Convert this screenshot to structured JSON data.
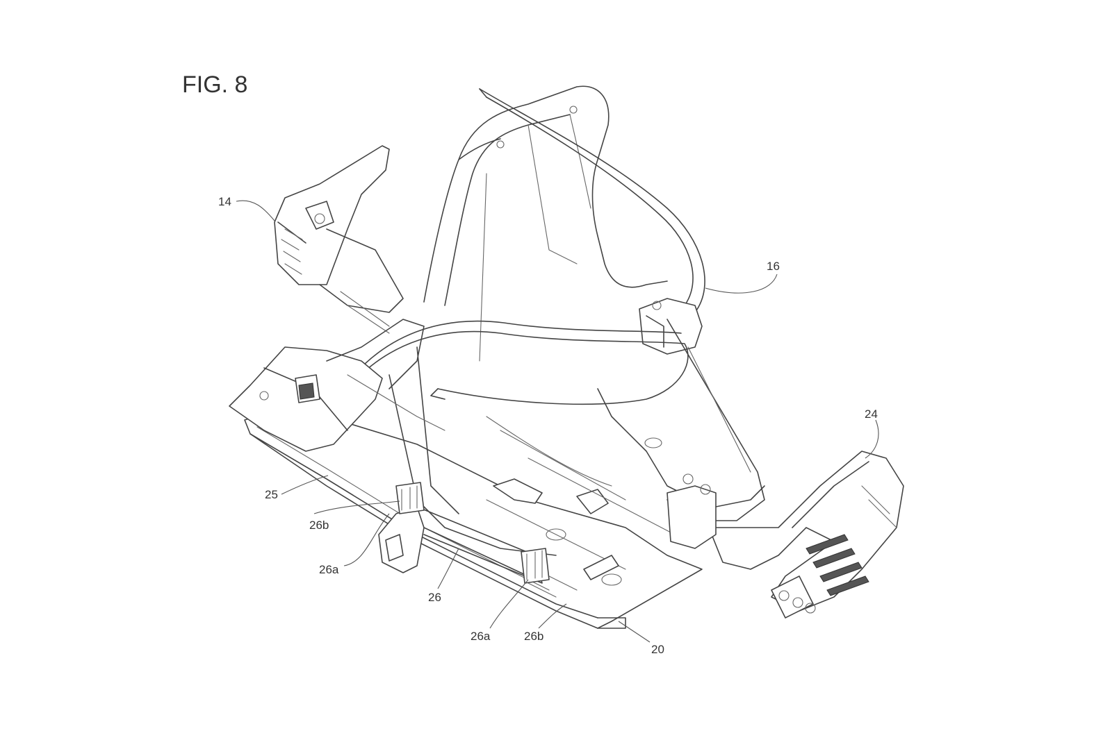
{
  "figure": {
    "title": "FIG. 8",
    "labels": {
      "l14": "14",
      "l16": "16",
      "l24": "24",
      "l25": "25",
      "l26b_left": "26b",
      "l26a_left": "26a",
      "l26": "26",
      "l26a_bottom": "26a",
      "l26b_bottom": "26b",
      "l20": "20"
    }
  }
}
